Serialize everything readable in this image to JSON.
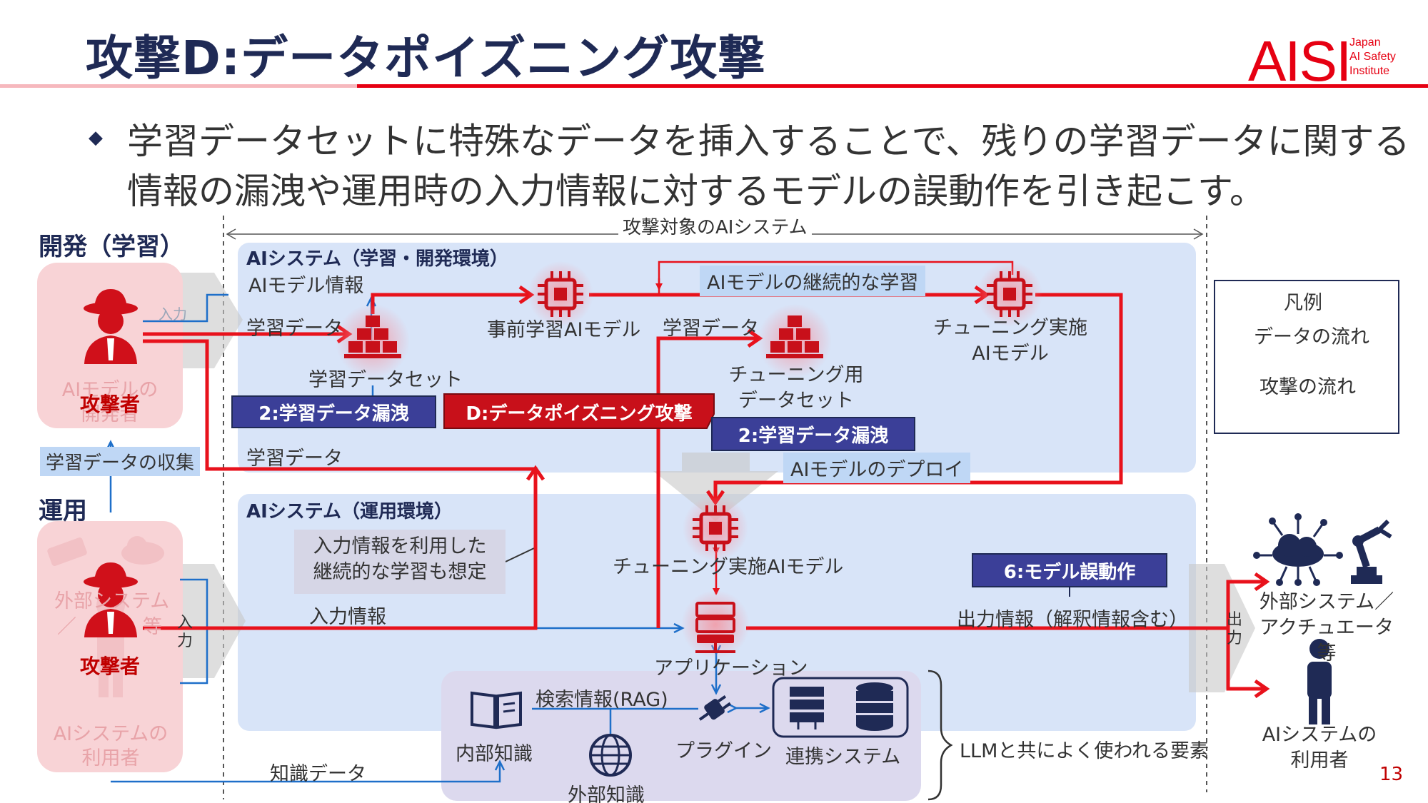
{
  "title": "攻撃D:データポイズニング攻撃",
  "logo": {
    "text": "AISI",
    "sub": [
      "Japan",
      "AI Safety",
      "Institute"
    ]
  },
  "bullet": {
    "line1": "学習データセットに特殊なデータを挿入することで、残りの学習データに関する",
    "line2": "情報の漏洩や運用時の入力情報に対するモデルの誤動作を引き起こす。"
  },
  "scope_label": "攻撃対象のAIシステム",
  "sections": {
    "dev": "開発（学習）",
    "ops": "運用"
  },
  "dev_env": {
    "title": "AIシステム（学習・開発環境）",
    "model_info": "AIモデル情報",
    "train_data_1": "学習データ",
    "dataset": "学習データセット",
    "pretrained_model": "事前学習AIモデル",
    "continuous_learning": "AIモデルの継続的な学習",
    "train_data_2": "学習データ",
    "tuning_dataset": [
      "チューニング用",
      "データセット"
    ],
    "tuned_model": [
      "チューニング実施",
      "AIモデル"
    ],
    "train_data_3": "学習データ",
    "deploy": "AIモデルのデプロイ"
  },
  "ops_env": {
    "title": "AIシステム（運用環境）",
    "note": [
      "入力情報を利用した",
      "継続的な学習も想定"
    ],
    "tuned_model": "チューニング実施AIモデル",
    "input_info": "入力情報",
    "application": "アプリケーション",
    "output_info": "出力情報（解釈情報含む）",
    "rag": "検索情報(RAG)",
    "internal_knowledge": "内部知識",
    "external_knowledge": "外部知識",
    "plugin": "プラグイン",
    "linked_system": "連携システム",
    "llm_elements": "LLMと共によく使われる要素",
    "knowledge_data": "知識データ"
  },
  "badges": {
    "leak1": "2:学習データ漏洩",
    "poison": "D:データポイズニング攻撃",
    "leak2": "2:学習データ漏洩",
    "misbehavior": "6:モデル誤動作"
  },
  "left": {
    "dev_faded": [
      "AIモデルの",
      "開発者"
    ],
    "attacker": "攻撃者",
    "input_small": "入力",
    "collect": "学習データの収集",
    "ops_faded_ext": [
      "外部システム",
      "／",
      "等"
    ],
    "ops_input": [
      "入",
      "力"
    ],
    "ops_faded_user": [
      "AIシステムの",
      "利用者"
    ]
  },
  "right": {
    "output": [
      "出",
      "力"
    ],
    "ext_system": [
      "外部システム／",
      "アクチュエータ等"
    ],
    "user": [
      "AIシステムの",
      "利用者"
    ]
  },
  "legend": {
    "title": "凡例",
    "data_flow": "データの流れ",
    "attack_flow": "攻撃の流れ"
  },
  "colors": {
    "navy": "#1f2a55",
    "attack": "#e8121c",
    "data": "#1e6fc9",
    "badge": "#3b3f98",
    "poison": "#c8101a",
    "region": "#d8e4f8"
  },
  "page_number": "13"
}
